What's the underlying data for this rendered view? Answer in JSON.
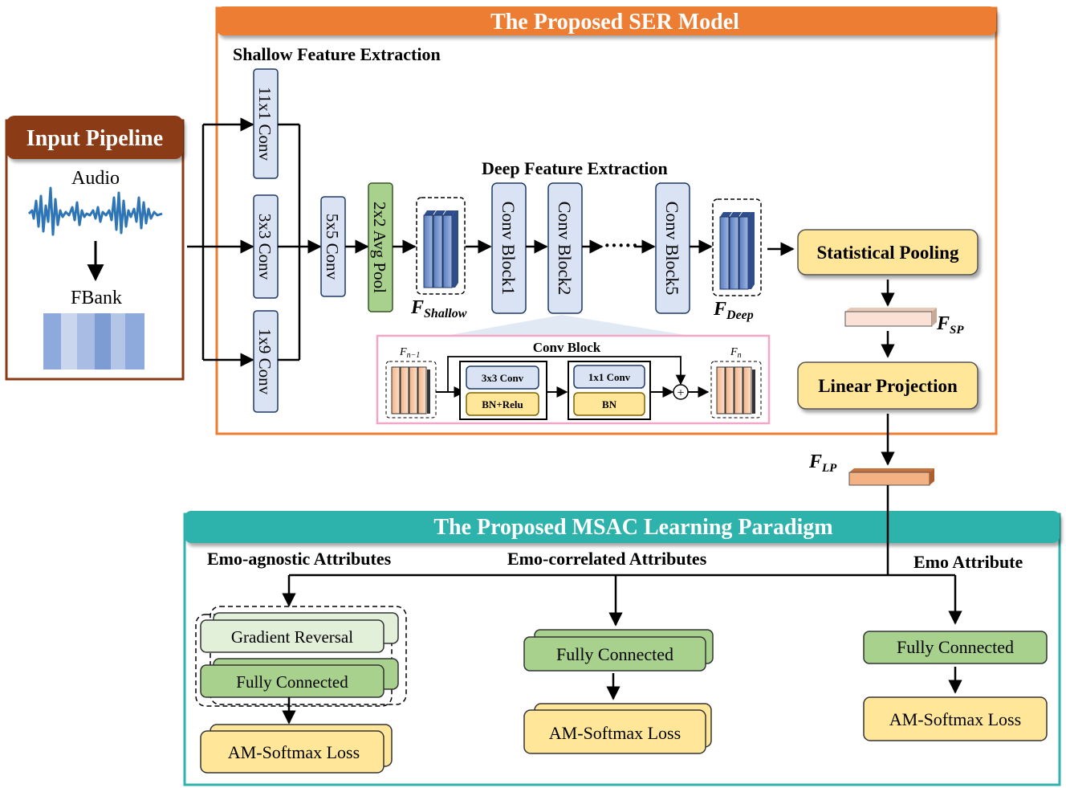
{
  "ser_model": {
    "title": "The Proposed SER Model",
    "shallow_title": "Shallow Feature Extraction",
    "deep_title": "Deep Feature Extraction",
    "conv_11x1": "11x1 Conv",
    "conv_3x3": "3x3 Conv",
    "conv_1x9": "1x9 Conv",
    "conv_5x5": "5x5 Conv",
    "avg_pool": "2x2 Avg Pool",
    "f_shallow": "F",
    "f_shallow_sub": "Shallow",
    "conv_block1": "Conv Block1",
    "conv_block2": "Conv Block2",
    "ellipsis": "·····",
    "conv_block5": "Conv Block5",
    "f_deep": "F",
    "f_deep_sub": "Deep",
    "statistical_pooling": "Statistical Pooling",
    "f_sp": "F",
    "f_sp_sub": "SP",
    "linear_projection": "Linear Projection",
    "f_lp": "F",
    "f_lp_sub": "LP"
  },
  "conv_block_detail": {
    "title": "Conv Block",
    "f_prev": "F",
    "f_prev_sub": "n−1",
    "f_next": "F",
    "f_next_sub": "n",
    "conv3x3": "3x3 Conv",
    "bn_relu": "BN+Relu",
    "conv1x1": "1x1 Conv",
    "bn": "BN",
    "plus": "+"
  },
  "input_pipeline": {
    "title": "Input Pipeline",
    "audio": "Audio",
    "fbank": "FBank"
  },
  "msac": {
    "title": "The Proposed MSAC Learning Paradigm",
    "agnostic_title": "Emo-agnostic Attributes",
    "correlated_title": "Emo-correlated Attributes",
    "emo_title": "Emo Attribute",
    "gradient_reversal": "Gradient Reversal",
    "fully_connected_1": "Fully Connected",
    "am_softmax_1": "AM-Softmax Loss",
    "fully_connected_2": "Fully Connected",
    "am_softmax_2": "AM-Softmax Loss",
    "fully_connected_3": "Fully Connected",
    "am_softmax_3": "AM-Softmax Loss"
  },
  "colors": {
    "ser_orange": "#ED7D31",
    "msac_teal": "#2FB3AC",
    "input_brown": "#8B3A14",
    "yellow_box": "#FFE699",
    "green_box": "#C5E0B4",
    "blue_box": "#DAE3F3",
    "pink_border": "#F4A6C7"
  }
}
